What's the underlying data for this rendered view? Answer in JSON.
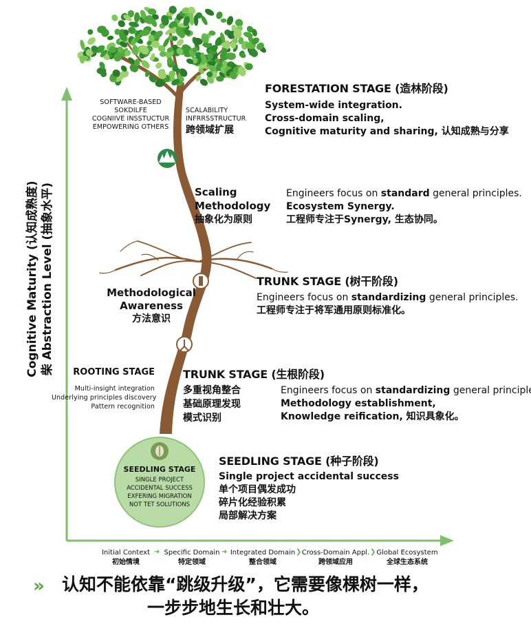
{
  "forestation": {
    "title": "FORESTATION STAGE (造林阶段)",
    "lines": [
      "System-wide integration.",
      "Cross-domain scaling,",
      "Cognitive maturity and sharing, 认知成熟与分享"
    ],
    "left_labels": [
      "SOFTWARE-BASED",
      "SOKDILFE",
      "COGNIIVE INSSTUCTUR",
      "EMPOWERING OTHERS"
    ],
    "mid_labels": [
      "SCALABILITY",
      "INFRRSSTRUCTUR"
    ],
    "mid_zh": "跨领域扩展"
  },
  "scaling": {
    "label": [
      "Scaling",
      "Methodology",
      "抽象化为原则"
    ],
    "line1_pre": "Engineers focus on ",
    "line1_bold": "standard",
    "line1_post": " general principles.",
    "line2": "Ecosystem Synergy.",
    "line3": "工程师专注于Synergy, 生态协同。"
  },
  "trunk_upper": {
    "title": "TRUNK STAGE (树干阶段)",
    "line1_pre": "Engineers focus on ",
    "line1_bold": "standardizing",
    "line1_post": " general principles.",
    "line2": "工程师专注于将军通用原则标准化。",
    "left_label": [
      "Methodological",
      "Awareness",
      "方法意识"
    ]
  },
  "rooting": {
    "title": "ROOTING STAGE",
    "lines": [
      "Multi-insight integration",
      "Underlying principles discovery",
      "Pattern recognition"
    ]
  },
  "trunk_lower": {
    "title": "TRUNK STAGE (生根阶段)",
    "zh_lines": [
      "多重视角整合",
      "基础原理发现",
      "模式识别"
    ],
    "line1_pre": "Engineers focus on ",
    "line1_bold": "standardizing",
    "line1_post": " general principles.",
    "line2": "Methodology establishment,",
    "line3": "Knowledge reification, 知识具象化。"
  },
  "seedling": {
    "title": "SEEDLING STAGE (种子阶段)",
    "lines": [
      "Single project accidental success",
      "单个项目偶发成功",
      "碎片化经验积累",
      "局部解决方案"
    ],
    "circle_title": "SEEDLING STAGE",
    "circle_lines": [
      "SINGLE PROJECT",
      "ACCIDENTAL SUCCESS",
      "EXFERING MIGRATION",
      "NOT TET SOLUTIONS"
    ]
  },
  "y_axis": {
    "line1": "Cognitive Maturity (认知成熟度)",
    "line2": "柴 Abstraction Level (抽象水平)"
  },
  "x_axis": [
    {
      "en": "Initial Context",
      "zh": "初始情境"
    },
    {
      "en": "Specific Domain",
      "zh": "特定领域"
    },
    {
      "en": "Integrated Domain",
      "zh": "整合领域"
    },
    {
      "en": "Cross-Domain Appl.",
      "zh": "跨领域应用"
    },
    {
      "en": "Global Ecosystem",
      "zh": "全球生态系统"
    }
  ],
  "footer": {
    "chevron": "»",
    "line1": "认知不能依靠“跳级升级”，它需要像棵树一样，",
    "line2": "一步步地生长和壮大。"
  },
  "colors": {
    "axis": "#7fbf6e",
    "trunk": "#8a5a35",
    "leaf": "#4fa83c",
    "seed_circle": "#b9dca6",
    "icon": "#2e8a4a"
  },
  "icons": [
    "forest-icon",
    "trunk-icon",
    "roots-icon",
    "seed-icon"
  ]
}
